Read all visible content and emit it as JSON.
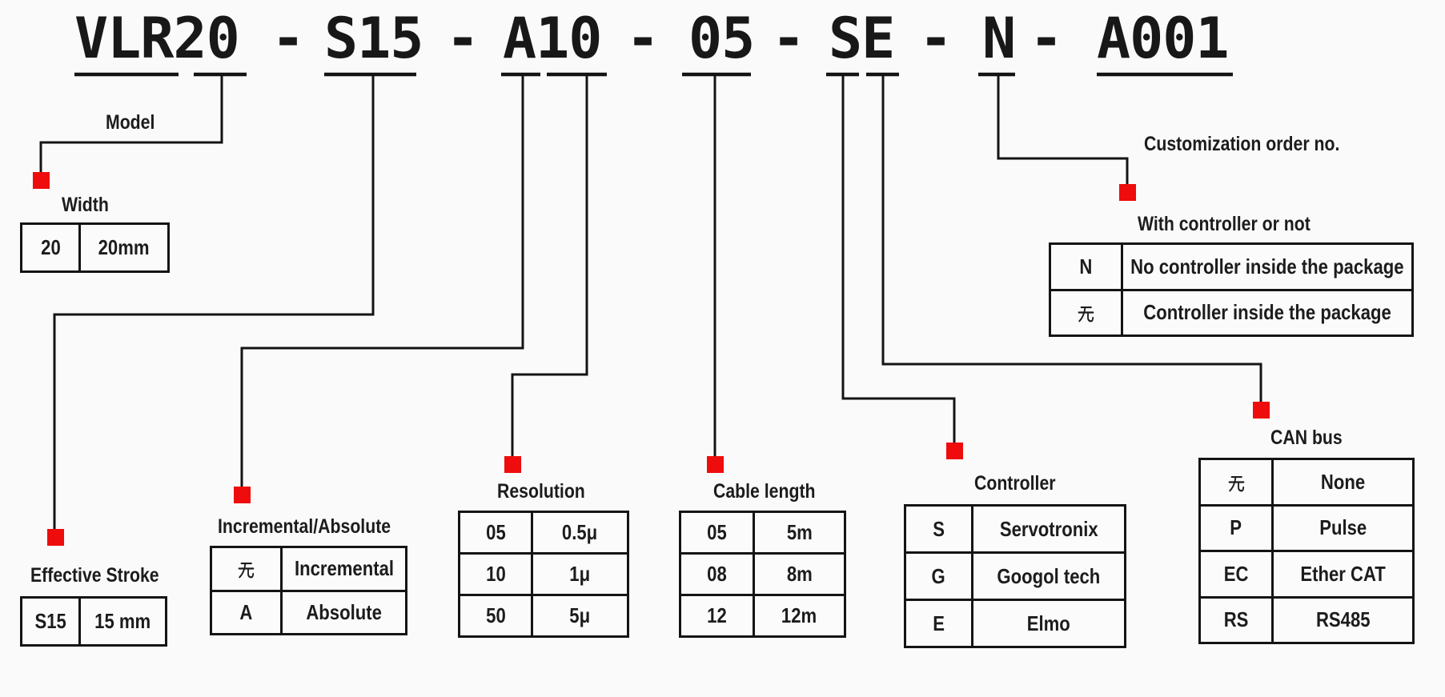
{
  "full_code": "VLR20 - S15 - A10 - 05 - SE - N - A001",
  "separator": "-",
  "title_segments": [
    "VLR20",
    "S15",
    "A10",
    "05",
    "SE",
    "N",
    "A001"
  ],
  "groups": {
    "model": {
      "label": "Model"
    },
    "width": {
      "label": "Width",
      "rows": [
        [
          "20",
          "20mm"
        ]
      ]
    },
    "effective_stroke": {
      "label": "Effective Stroke",
      "rows": [
        [
          "S15",
          "15 mm"
        ]
      ]
    },
    "encoder_type": {
      "label": "Incremental/Absolute",
      "rows": [
        [
          "无",
          "Incremental"
        ],
        [
          "A",
          "Absolute"
        ]
      ]
    },
    "resolution": {
      "label": "Resolution",
      "rows": [
        [
          "05",
          "0.5μ"
        ],
        [
          "10",
          "1μ"
        ],
        [
          "50",
          "5μ"
        ]
      ]
    },
    "cable_length": {
      "label": "Cable length",
      "rows": [
        [
          "05",
          "5m"
        ],
        [
          "08",
          "8m"
        ],
        [
          "12",
          "12m"
        ]
      ]
    },
    "controller": {
      "label": "Controller",
      "rows": [
        [
          "S",
          "Servotronix"
        ],
        [
          "G",
          "Googol tech"
        ],
        [
          "E",
          "Elmo"
        ]
      ]
    },
    "with_controller": {
      "label": "With controller or not",
      "rows": [
        [
          "N",
          "No controller inside the package"
        ],
        [
          "无",
          "Controller inside the package"
        ]
      ]
    },
    "customization": {
      "label": "Customization order no."
    },
    "can_bus": {
      "label": "CAN bus",
      "rows": [
        [
          "无",
          "None"
        ],
        [
          "P",
          "Pulse"
        ],
        [
          "EC",
          "Ether CAT"
        ],
        [
          "RS",
          "RS485"
        ]
      ]
    }
  },
  "colors": {
    "marker_red": "#ee0c0c",
    "line_black": "#141414",
    "background": "#fafafa"
  }
}
